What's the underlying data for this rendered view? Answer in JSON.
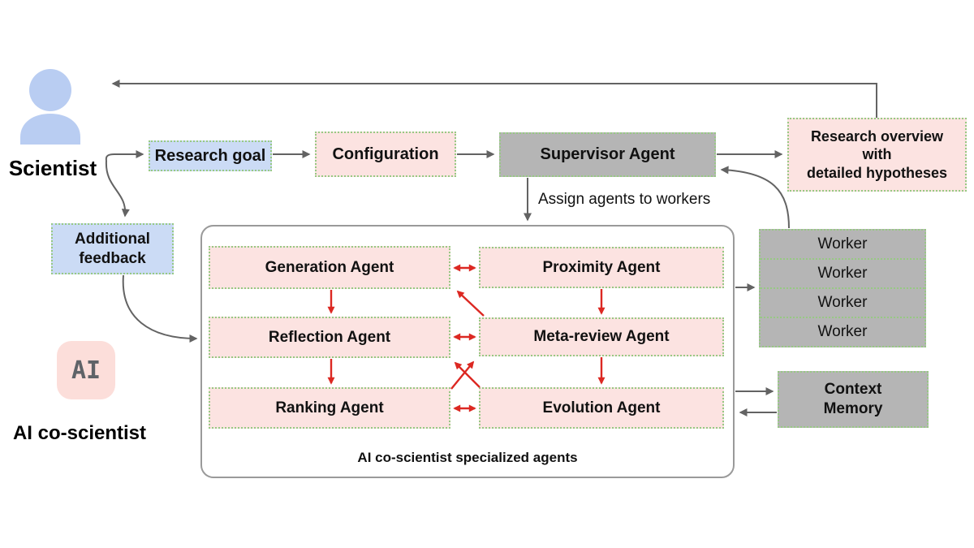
{
  "palette": {
    "box_pink": "#fce3e1",
    "box_blue": "#cbdbf5",
    "box_gray": "#b5b5b5",
    "dotted_border_green": "#97c983",
    "arrow_red": "#dc2822",
    "arrow_gray": "#636363",
    "person_icon_blue": "#b9cdf2"
  },
  "actors": {
    "scientist_label": "Scientist",
    "ai_badge_text": "AI",
    "ai_label": "AI co-scientist"
  },
  "nodes": {
    "research_goal": "Research goal",
    "configuration": "Configuration",
    "supervisor_agent": "Supervisor Agent",
    "research_overview_lines": [
      "Research overview",
      "with",
      "detailed hypotheses"
    ],
    "additional_feedback_lines": [
      "Additional",
      "feedback"
    ],
    "workers": [
      "Worker",
      "Worker",
      "Worker",
      "Worker"
    ],
    "context_memory_lines": [
      "Context",
      "Memory"
    ]
  },
  "agents_panel": {
    "caption": "AI co-scientist specialized agents",
    "agents": {
      "generation": "Generation Agent",
      "proximity": "Proximity Agent",
      "reflection": "Reflection Agent",
      "meta_review": "Meta-review Agent",
      "ranking": "Ranking Agent",
      "evolution": "Evolution Agent"
    }
  },
  "edge_labels": {
    "assign_agents": "Assign agents to workers"
  }
}
